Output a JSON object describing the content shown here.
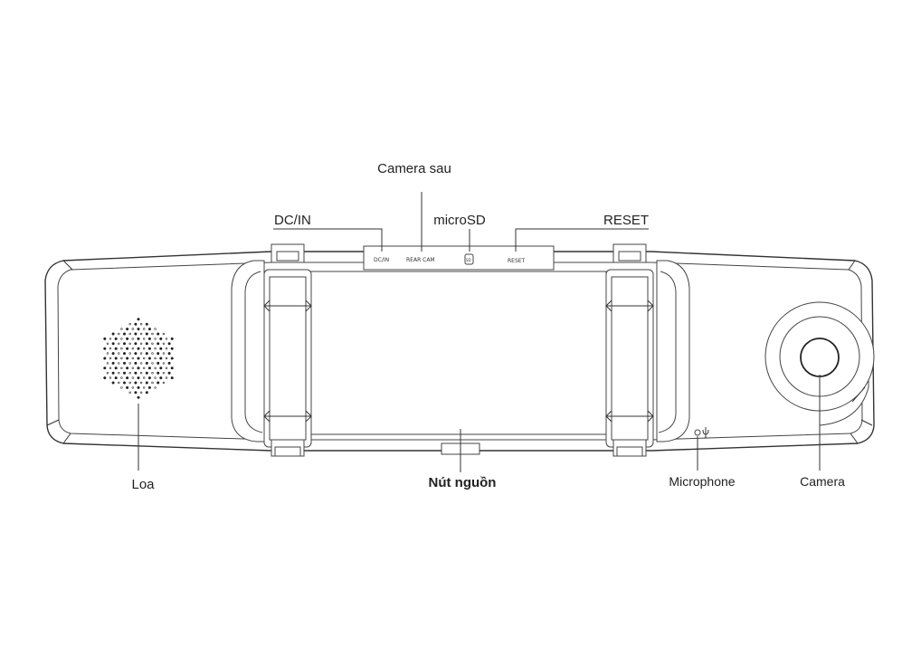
{
  "labels": {
    "camera_sau": "Camera sau",
    "dc_in": "DC/IN",
    "microsd": "microSD",
    "reset": "RESET",
    "loa": "Loa",
    "nut_nguon": "Nút nguồn",
    "microphone": "Microphone",
    "camera": "Camera"
  },
  "port_labels": {
    "dc_in": "DC/IN",
    "rear_cam": "REAR CAM",
    "sd": "SD",
    "reset": "RESET"
  },
  "icons": [
    "microphone-icon"
  ]
}
